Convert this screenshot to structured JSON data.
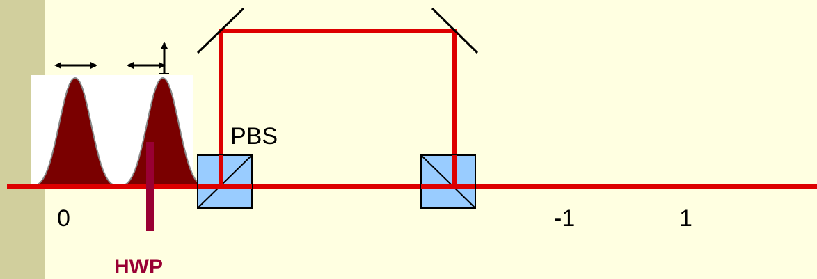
{
  "labels": {
    "pbs": "PBS",
    "hwp": "HWP",
    "pos_zero": "0",
    "pos_minus_one": "-1",
    "pos_one": "1"
  },
  "colors": {
    "beam": "#dd0000",
    "pulse_fill": "#7a0000",
    "hwp": "#990033",
    "cube_fill": "#99ccff",
    "background": "#ffffe1",
    "sidebar": "#d1cf9d"
  }
}
